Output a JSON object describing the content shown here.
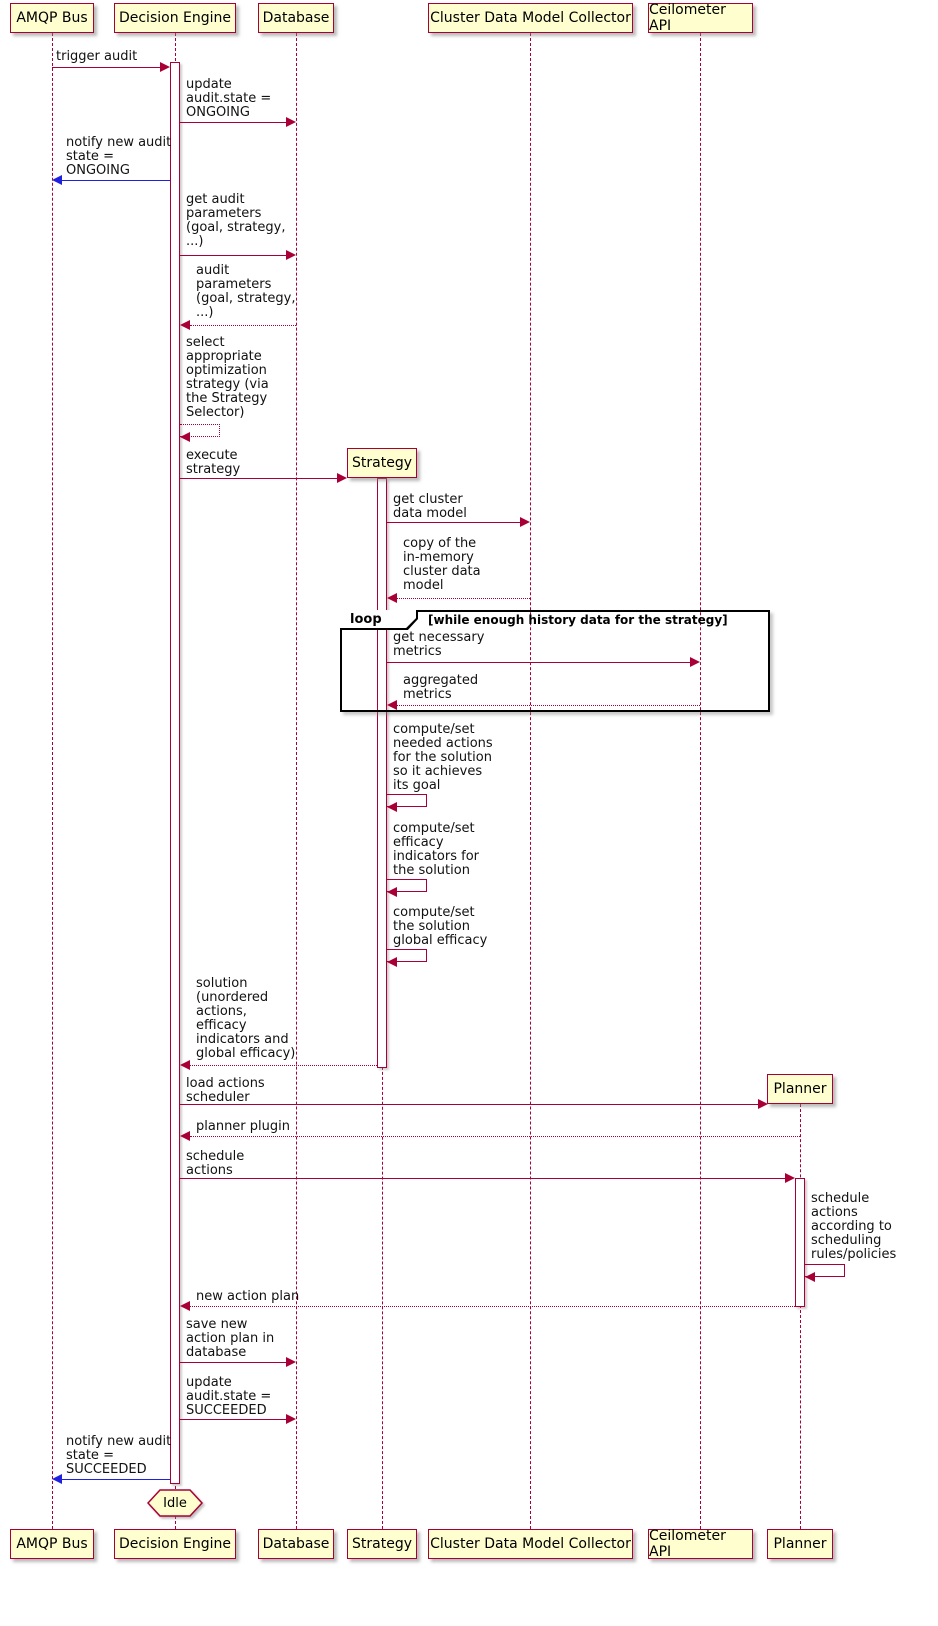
{
  "colors": {
    "accent": "#A80036",
    "participant_fill": "#FEFECE",
    "notify_color": "#2020E0",
    "frame_border": "#000000",
    "background": "#FFFFFF"
  },
  "participants": {
    "amqp_bus": "AMQP Bus",
    "decision_engine": "Decision Engine",
    "database": "Database",
    "strategy": "Strategy",
    "cluster_collector": "Cluster Data Model Collector",
    "ceilometer_api": "Ceilometer API",
    "planner": "Planner"
  },
  "loop_frame": {
    "keyword": "loop",
    "condition": "[while enough history data for the strategy]"
  },
  "state_label": "Idle",
  "messages": {
    "trigger_audit": "trigger audit",
    "update_state_ongoing": "update\naudit.state =\nONGOING",
    "notify_ongoing": "notify new audit\nstate =\nONGOING",
    "get_audit_parameters": "get audit\nparameters\n(goal, strategy,\n...)",
    "audit_parameters_return": "audit\nparameters\n(goal, strategy,\n...)",
    "select_strategy": "select\nappropriate\noptimization\nstrategy (via\nthe Strategy\nSelector)",
    "execute_strategy": "execute\nstrategy",
    "get_cluster_data_model": "get cluster\ndata model",
    "cluster_model_copy": "copy of the\nin-memory\ncluster data\nmodel",
    "get_necessary_metrics": "get necessary\nmetrics",
    "aggregated_metrics": "aggregated\nmetrics",
    "compute_needed_actions": "compute/set\nneeded actions\nfor the solution\nso it achieves\nits goal",
    "compute_efficacy_indicators": "compute/set\nefficacy\nindicators for\nthe solution",
    "compute_global_efficacy": "compute/set\nthe solution\nglobal efficacy",
    "solution_return": "solution\n(unordered\nactions,\nefficacy\nindicators and\nglobal efficacy)",
    "load_actions_scheduler": "load actions\nscheduler",
    "planner_plugin": "planner plugin",
    "schedule_actions": "schedule\nactions",
    "schedule_according_rules": "schedule\nactions\naccording to\nscheduling\nrules/policies",
    "new_action_plan": "new action plan",
    "save_action_plan": "save new\naction plan in\ndatabase",
    "update_state_succeeded": "update\naudit.state =\nSUCCEEDED",
    "notify_succeeded": "notify new audit\nstate =\nSUCCEEDED"
  }
}
